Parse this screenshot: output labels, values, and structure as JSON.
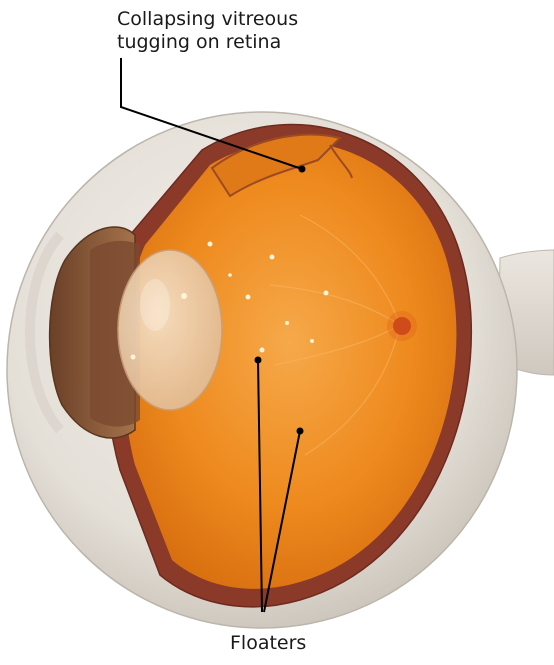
{
  "labels": {
    "vitreous_line1": "Collapsing vitreous",
    "vitreous_line2": "tugging on retina",
    "floaters": "Floaters"
  },
  "colors": {
    "sclera": "#e6e2dc",
    "sclera_shadow": "#c9c3bb",
    "choroid": "#8b3a2a",
    "retina_interior": "#ee8a1e",
    "retina_highlight": "#f6a94a",
    "lens": "#f1d6b8",
    "iris": "#8a5a3a",
    "optic_nerve": "#dcd6ce",
    "macula": "#c8401a",
    "floater": "#fff4d8",
    "leader_line": "#000000"
  }
}
